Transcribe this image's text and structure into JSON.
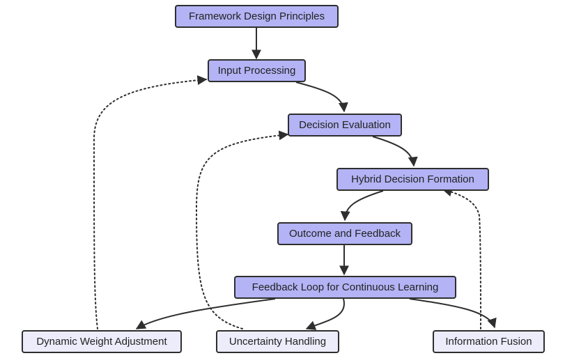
{
  "colors": {
    "primary_fill": "#b3b3f5",
    "leaf_fill": "#ececfb",
    "stroke": "#2e2e2e"
  },
  "nodes": {
    "framework": "Framework Design Principles",
    "input": "Input Processing",
    "decision": "Decision Evaluation",
    "hybrid": "Hybrid Decision Formation",
    "outcome": "Outcome and Feedback",
    "feedback": "Feedback Loop for Continuous Learning",
    "dynamic": "Dynamic Weight Adjustment",
    "uncertainty": "Uncertainty Handling",
    "fusion": "Information Fusion"
  },
  "edges": [
    {
      "from": "Framework Design Principles",
      "to": "Input Processing",
      "style": "solid"
    },
    {
      "from": "Input Processing",
      "to": "Decision Evaluation",
      "style": "solid"
    },
    {
      "from": "Decision Evaluation",
      "to": "Hybrid Decision Formation",
      "style": "solid"
    },
    {
      "from": "Hybrid Decision Formation",
      "to": "Outcome and Feedback",
      "style": "solid"
    },
    {
      "from": "Outcome and Feedback",
      "to": "Feedback Loop for Continuous Learning",
      "style": "solid"
    },
    {
      "from": "Feedback Loop for Continuous Learning",
      "to": "Dynamic Weight Adjustment",
      "style": "solid"
    },
    {
      "from": "Feedback Loop for Continuous Learning",
      "to": "Uncertainty Handling",
      "style": "solid"
    },
    {
      "from": "Feedback Loop for Continuous Learning",
      "to": "Information Fusion",
      "style": "solid"
    },
    {
      "from": "Dynamic Weight Adjustment",
      "to": "Input Processing",
      "style": "dotted"
    },
    {
      "from": "Uncertainty Handling",
      "to": "Decision Evaluation",
      "style": "dotted"
    },
    {
      "from": "Information Fusion",
      "to": "Hybrid Decision Formation",
      "style": "dotted"
    }
  ]
}
